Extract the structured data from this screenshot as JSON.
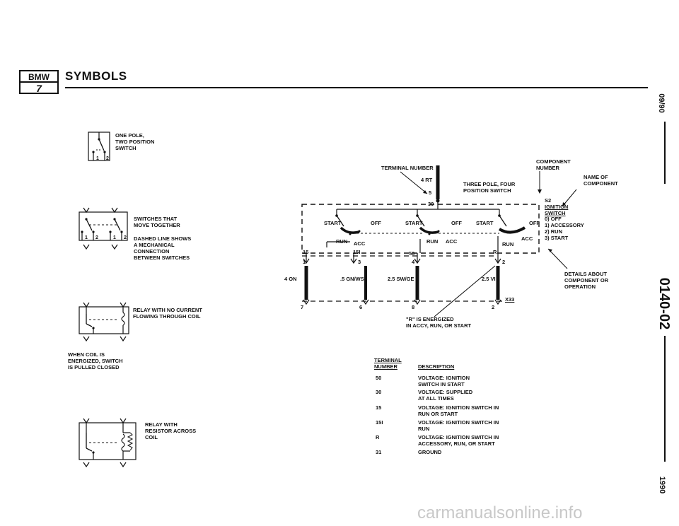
{
  "header": {
    "logo_text": "BMW",
    "logo_sub": "7",
    "title": "SYMBOLS"
  },
  "side": {
    "date": "09/90",
    "page_code": "0140-02",
    "year": "1990"
  },
  "symbols": {
    "one_pole": {
      "label": "ONE POLE,\nTWO POSITION\nSWITCH",
      "pos1": "1",
      "pos2": "2"
    },
    "switches_together": {
      "label": "SWITCHES THAT\nMOVE TOGETHER",
      "dashed_label": "DASHED LINE SHOWS\nA MECHANICAL\nCONNECTION\nBETWEEN SWITCHES",
      "pos1": "1",
      "pos2": "2"
    },
    "relay_no_current": {
      "label": "RELAY WITH NO CURRENT\nFLOWING THROUGH COIL",
      "note": "WHEN COIL IS\nENERGIZED, SWITCH\nIS PULLED CLOSED"
    },
    "relay_resistor": {
      "label": "RELAY WITH\nRESISTOR ACROSS\nCOIL"
    }
  },
  "diagram": {
    "terminal_number": "TERMINAL NUMBER",
    "wire_4rt": "4 RT",
    "terminal_5": "5",
    "three_pole": "THREE POLE, FOUR\nPOSITION SWITCH",
    "component_number": "COMPONENT\nNUMBER",
    "name_of_component": "NAME OF\nCOMPONENT",
    "comp_id": "S2",
    "comp_name": "IGNITION\nSWITCH",
    "positions": "0) OFF\n1) ACCESSORY\n2) RUN\n3) START",
    "details": "DETAILS ABOUT\nCOMPONENT OR\nOPERATION",
    "t30": "30",
    "start": "START",
    "off": "OFF",
    "run": "RUN",
    "acc": "ACC",
    "t15": "15",
    "t151": "15I",
    "t50": "50",
    "tR": "R",
    "pin1": "1",
    "pin3": "3",
    "pin4": "4",
    "pin2": "2",
    "wire_4on": "4 ON",
    "wire_5gnws": ".5 GN/WS",
    "wire_25swge": "2.5 SW/GE",
    "wire_25vi": "2.5 VI",
    "pin7": "7",
    "pin6": "6",
    "pin8": "8",
    "pin2b": "2",
    "connector": "X33",
    "r_note": "\"R\" IS ENERGIZED\nIN ACCY, RUN, OR START"
  },
  "terminal_table": {
    "col1": "TERMINAL\nNUMBER",
    "col2": "DESCRIPTION",
    "rows": [
      {
        "num": "50",
        "desc": "VOLTAGE: IGNITION\nSWITCH IN START"
      },
      {
        "num": "30",
        "desc": "VOLTAGE: SUPPLIED\nAT ALL TIMES"
      },
      {
        "num": "15",
        "desc": "VOLTAGE: IGNITION SWITCH IN\nRUN OR START"
      },
      {
        "num": "15I",
        "desc": "VOLTAGE: IGNITION SWITCH IN\nRUN"
      },
      {
        "num": "R",
        "desc": "VOLTAGE: IGNITION SWITCH IN\nACCESSORY, RUN, OR START"
      },
      {
        "num": "31",
        "desc": "GROUND"
      }
    ]
  },
  "watermark": "carmanualsonline.info"
}
